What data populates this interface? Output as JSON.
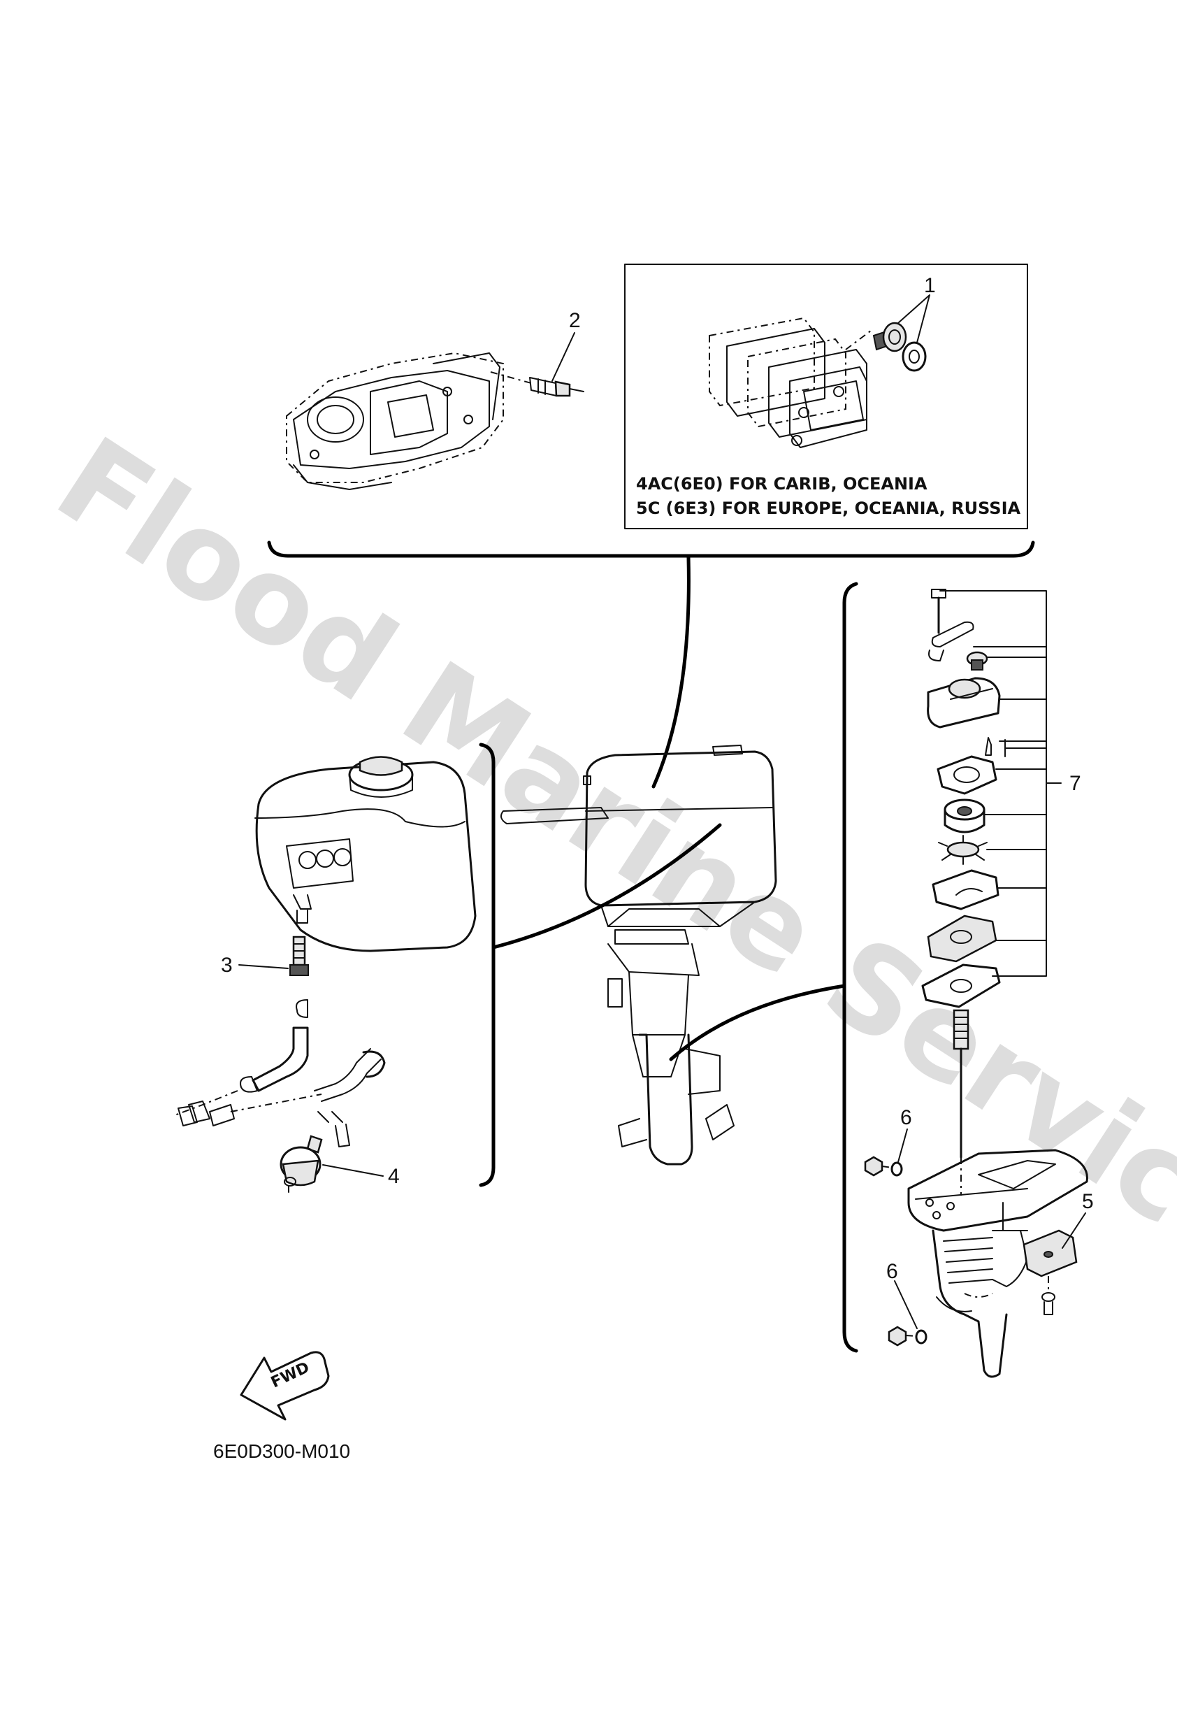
{
  "watermark": "Flood Marine Services",
  "region_note": {
    "line1": "4AC(6E0) FOR CARIB, OCEANIA",
    "line2": "5C  (6E3) FOR EUROPE, OCEANIA, RUSSIA"
  },
  "part_numbers": [
    "1",
    "2",
    "3",
    "4",
    "5",
    "6",
    "6",
    "7"
  ],
  "direction_label": "FWD",
  "drawing_code": "6E0D300-M010"
}
